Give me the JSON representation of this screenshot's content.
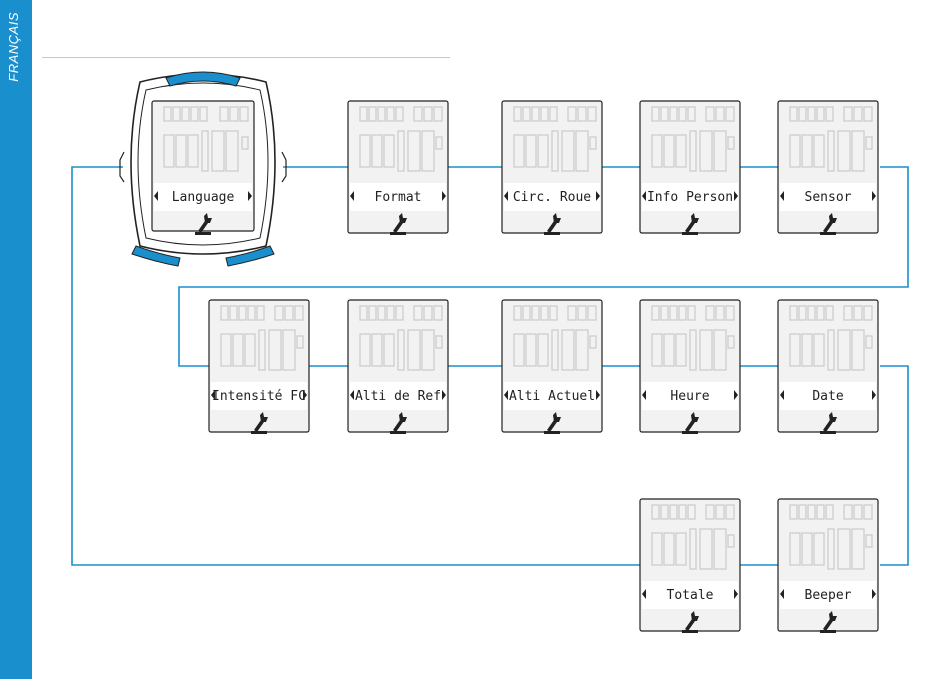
{
  "sidebar": {
    "label": "FRANÇAIS"
  },
  "colors": {
    "accent": "#1a8fcd",
    "screen_bg": "#f2f2f2",
    "segment": "#cccccc",
    "ink": "#222222"
  },
  "icons": {
    "screen_icon": "wrench-icon",
    "arrow_left": "triangle-left-icon",
    "arrow_right": "triangle-right-icon"
  },
  "device": {
    "menu_label": "Language"
  },
  "menu_items": [
    {
      "label": "Format"
    },
    {
      "label": "Circ. Roue"
    },
    {
      "label": "Info Person"
    },
    {
      "label": "Sensor"
    },
    {
      "label": "Intensité FC"
    },
    {
      "label": "Alti de Ref"
    },
    {
      "label": "Alti Actuel"
    },
    {
      "label": "Heure"
    },
    {
      "label": "Date"
    },
    {
      "label": "Totale"
    },
    {
      "label": "Beeper"
    }
  ]
}
